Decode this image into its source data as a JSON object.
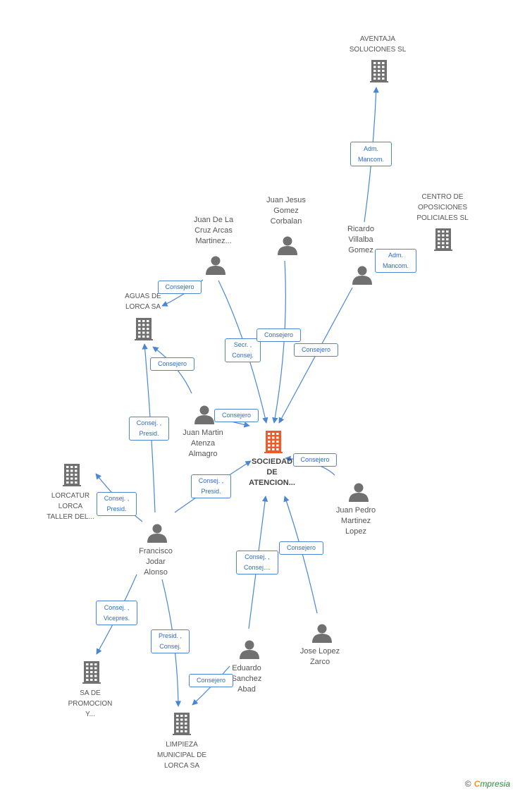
{
  "nodes": {
    "aventaja": {
      "label": "AVENTAJA\nSOLUCIONES  SL",
      "kind": "company"
    },
    "centro": {
      "label": "CENTRO DE\nOPOSICIONES\nPOLICIALES  SL",
      "kind": "company"
    },
    "aguas": {
      "label": "AGUAS DE\nLORCA SA",
      "kind": "company"
    },
    "lorcatur": {
      "label": "LORCATUR\nLORCA\nTALLER DEL...",
      "kind": "company"
    },
    "sa_promocion": {
      "label": "SA DE\nPROMOCION\nY...",
      "kind": "company"
    },
    "limpieza": {
      "label": "LIMPIEZA\nMUNICIPAL DE\nLORCA SA",
      "kind": "company"
    },
    "sociedad": {
      "label": "SOCIEDAD\nDE\nATENCION...",
      "kind": "company-main"
    },
    "juan_cruz": {
      "label": "Juan De La\nCruz Arcas\nMartinez...",
      "kind": "person"
    },
    "juan_jesus": {
      "label": "Juan Jesus\nGomez\nCorbalan",
      "kind": "person"
    },
    "ricardo": {
      "label": "Ricardo\nVillalba\nGomez",
      "kind": "person"
    },
    "juan_martin": {
      "label": "Juan Martin\nAtenza\nAlmagro",
      "kind": "person"
    },
    "juan_pedro": {
      "label": "Juan Pedro\nMartinez\nLopez",
      "kind": "person"
    },
    "francisco": {
      "label": "Francisco\nJodar\nAlonso",
      "kind": "person"
    },
    "eduardo": {
      "label": "Eduardo\nSanchez\nAbad",
      "kind": "person"
    },
    "jose": {
      "label": "Jose Lopez\nZarco",
      "kind": "person"
    }
  },
  "edges": [
    {
      "id": "e1",
      "label": "Adm.\nMancom."
    },
    {
      "id": "e2",
      "label": "Adm.\nMancom."
    },
    {
      "id": "e3",
      "label": "Consejero"
    },
    {
      "id": "e4",
      "label": "Secr. ,\nConsej."
    },
    {
      "id": "e5",
      "label": "Consejero"
    },
    {
      "id": "e6",
      "label": "Consejero"
    },
    {
      "id": "e7",
      "label": "Consejero"
    },
    {
      "id": "e8",
      "label": "Consejero"
    },
    {
      "id": "e9",
      "label": "Consej. ,\nPresid."
    },
    {
      "id": "e10",
      "label": "Consejero"
    },
    {
      "id": "e11",
      "label": "Consej. ,\nPresid."
    },
    {
      "id": "e12",
      "label": "Consej. ,\nPresid."
    },
    {
      "id": "e13",
      "label": "Consej. ,\nConsej...."
    },
    {
      "id": "e14",
      "label": "Consejero"
    },
    {
      "id": "e15",
      "label": "Consej. ,\nVicepres."
    },
    {
      "id": "e16",
      "label": "Presid. ,\nConsej."
    },
    {
      "id": "e17",
      "label": "Consejero"
    }
  ],
  "footer": {
    "copyright": "©",
    "brand_first": "C",
    "brand_rest": "mpresia"
  },
  "colors": {
    "edge": "#4a86d4",
    "icon": "#707070",
    "main_icon": "#f05a28"
  }
}
